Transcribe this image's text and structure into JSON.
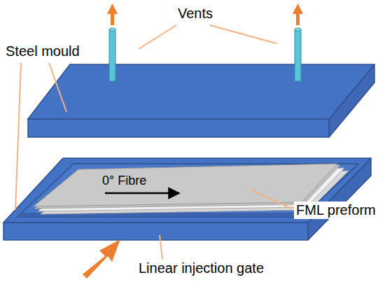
{
  "diagram": {
    "labels": [
      "Vents",
      "Steel mould",
      "0° Fibre",
      "FML preform",
      "Linear injection gate"
    ]
  }
}
